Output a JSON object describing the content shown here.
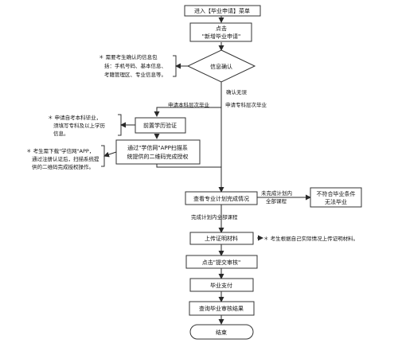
{
  "nodes": {
    "enter_menu": "进入【毕业申请】菜单",
    "click_new_1": "点击",
    "click_new_2": "\"新增毕业申请\"",
    "info_confirm": "信息确认",
    "prev_edu": "前置学历验证",
    "xuexin_1": "通过\"学信网\"APP扫描系",
    "xuexin_2": "统提供的二维码完成授权",
    "check_plan": "查看专业计划完成情况",
    "not_meet_1": "不符合毕业条件",
    "not_meet_2": "无法毕业",
    "upload": "上传证明材料",
    "submit": "点击\"提交审核\"",
    "pay": "毕业支付",
    "query": "查询毕业审核结果",
    "end": "结束"
  },
  "labels": {
    "confirm_ok": "确认无误",
    "bachelor": "申请本科层次毕业",
    "junior": "申请专科层次毕业",
    "unfinished_1": "未完成计划内",
    "unfinished_2": "全部课程",
    "finished": "完成计划内全部课程"
  },
  "notes": {
    "info_note": [
      "＊ 需要考生确认的信息包",
      "括：手机号码、基本信息、",
      "考籍管理区、专业信息等。"
    ],
    "bachelor_note": [
      "＊ 申请自考本科毕业，",
      "须填写专科及以上学历",
      "信息。"
    ],
    "app_note": [
      "＊ 考生需下载\"学信网\"APP，",
      "通过注册认证后，扫描系统提",
      "供的二维码完成授权操作。"
    ],
    "upload_note": "＊ 考生根据自己实际情况上传证明材料。"
  },
  "colors": {
    "line": "#2a2a2a",
    "box_border": "#333333",
    "fill": "#ffffff"
  }
}
